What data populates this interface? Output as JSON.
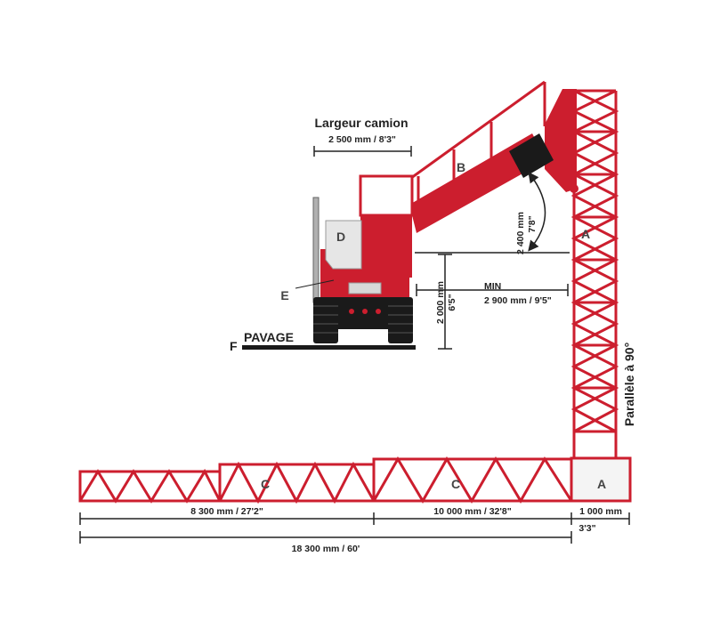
{
  "colors": {
    "red": "#cc1e2e",
    "dark": "#1a1a1a",
    "pale": "#f4f4f4",
    "chrome": "#b0b0b0"
  },
  "truck_width": {
    "title": "Largeur camion",
    "value": "2 500 mm / 8'3\""
  },
  "boom_angle": {
    "mm": "2 400 mm",
    "ft": "7'8\""
  },
  "clearance_height": {
    "mm": "2 000 mm",
    "ft": "6'5\""
  },
  "min_reach": {
    "label": "MIN",
    "value": "2 900 mm / 9'5\""
  },
  "vertical_side": "Parallèle à 90°",
  "pavement": {
    "letter": "F",
    "label": "PAVAGE"
  },
  "letters": {
    "a": "A",
    "b": "B",
    "c": "C",
    "d": "D",
    "e": "E"
  },
  "bottom_dims": {
    "seg1": "8 300 mm / 27'2\"",
    "seg2": "10 000 mm / 32'8\"",
    "seg3_mm": "1 000 mm",
    "seg3_ft": "3'3\"",
    "total": "18 300 mm / 60'"
  }
}
